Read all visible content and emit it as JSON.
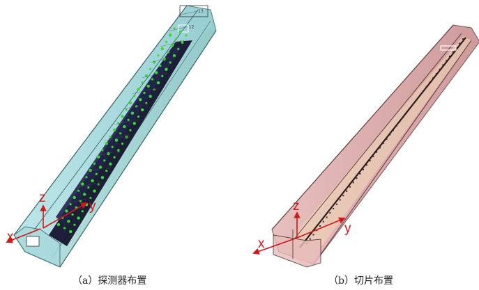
{
  "captions": {
    "a": "（a）探测器布置",
    "b": "（b）切片布置"
  },
  "axes": {
    "x": "x",
    "y": "y",
    "z": "z"
  },
  "detector_labels": [
    "01",
    "02",
    "03",
    "04",
    "05",
    "06",
    "07",
    "08",
    "09",
    "10",
    "11",
    "12",
    "13"
  ],
  "colors": {
    "tunnel_glass": "#9fd8dc",
    "tunnel_edge": "#3a6f74",
    "tunnel_floor": "#e0c79a",
    "train_body": "#15152e",
    "detector_dot": "#33dd33",
    "slice_fill": "#d9a7a7",
    "slice_edge": "#6b4040",
    "axis_red": "#d01818"
  }
}
